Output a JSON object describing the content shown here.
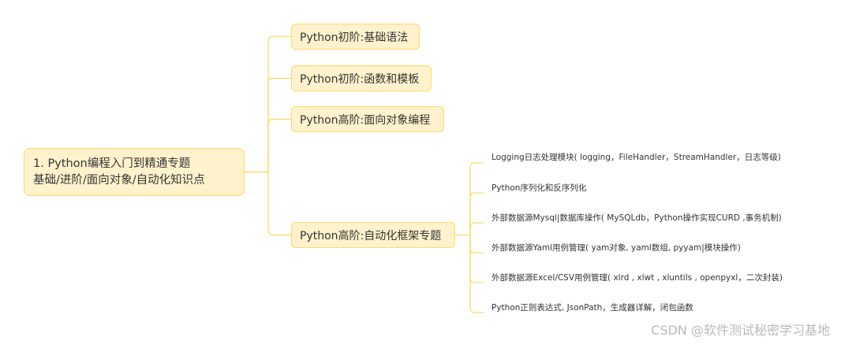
{
  "root": {
    "line1": "1. Python编程入门到精通专题",
    "line2": "基础/进阶/面向对象/自动化知识点"
  },
  "branches": [
    {
      "label": "Python初阶:基础语法"
    },
    {
      "label": "Python初阶:函数和模板"
    },
    {
      "label": "Python高阶:面向对象编程"
    },
    {
      "label": "Python高阶:自动化框架专题"
    }
  ],
  "leaves": [
    {
      "label": "Logging日志处理模块( logging，FileHandler，StreamHandler，日志等级)"
    },
    {
      "label": "Python序列化和反序列化"
    },
    {
      "label": "外部数据源Mysql|数据库操作( MySQLdb，Python操作实现CURD ,事务机制)"
    },
    {
      "label": "外部数据源Yaml用例管理( yam对象, yaml数组, pyyam|模块操作)"
    },
    {
      "label": "外部数据源Excel/CSV用例管理( xlrd , xlwt , xluntils , openpyxl，二次封装)"
    },
    {
      "label": "Python正则表达式, JsonPath，生成器详解，闭包函数"
    }
  ],
  "watermark": "CSDN @软件测试秘密学习基地",
  "colors": {
    "node_fill": "#fff2cc",
    "node_border": "#ffd966",
    "connector": "#ffd966",
    "text": "#333333",
    "watermark": "#b9b9b9"
  }
}
